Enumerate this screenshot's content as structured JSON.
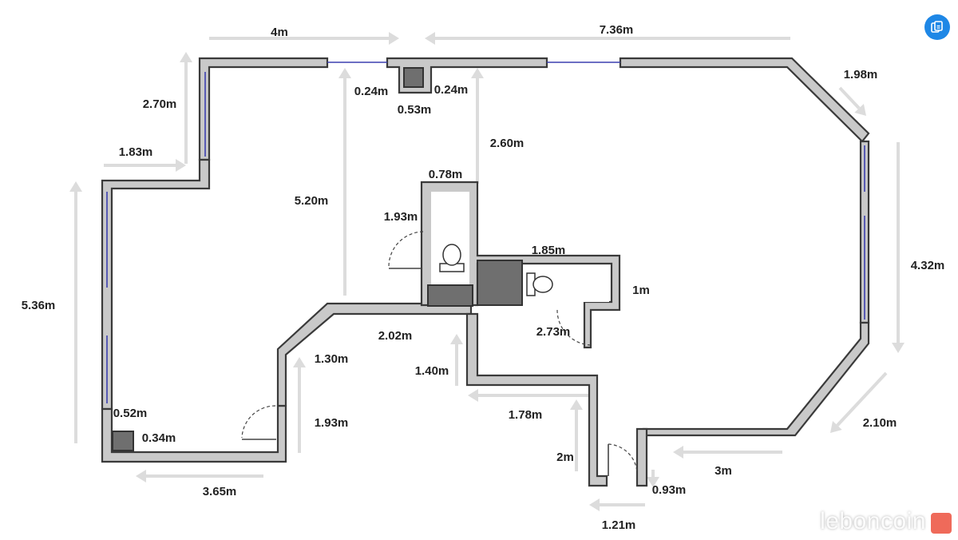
{
  "brand": {
    "name": "leboncoin"
  },
  "toolbar": {
    "icon": "copy-document-icon",
    "accent_color": "#1e87e6"
  },
  "labels": [
    "4m",
    "7.36m",
    "1.98m",
    "0.24m",
    "0.53m",
    "0.24m",
    "2.70m",
    "1.83m",
    "2.60m",
    "0.78m",
    "5.20m",
    "1.93m",
    "1.85m",
    "1m",
    "4.32m",
    "5.36m",
    "2.02m",
    "2.73m",
    "1.30m",
    "1.40m",
    "1.78m",
    "0.52m",
    "0.34m",
    "1.93m",
    "2.10m",
    "2m",
    "3m",
    "0.93m",
    "3.65m",
    "1.21m"
  ]
}
